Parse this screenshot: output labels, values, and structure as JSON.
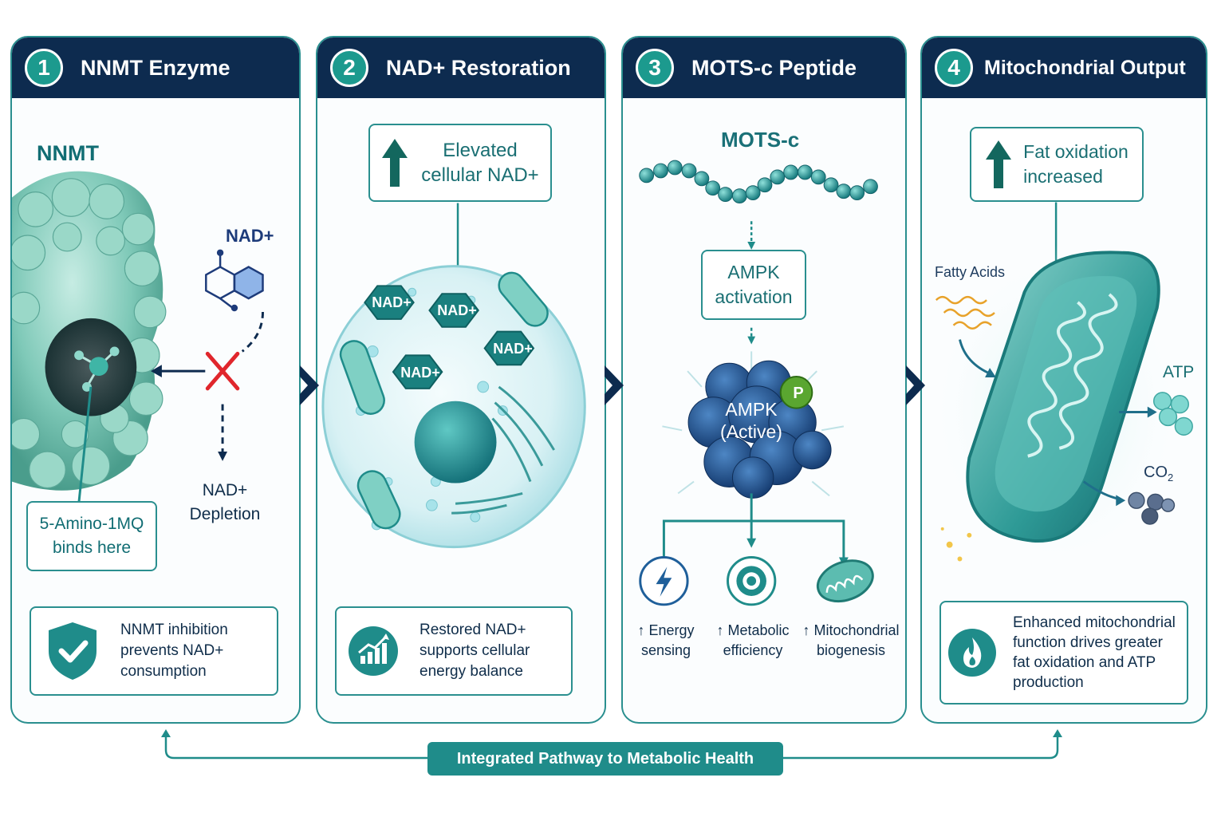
{
  "panels": [
    {
      "number": "1",
      "title": "NNMT Enzyme"
    },
    {
      "number": "2",
      "title": "NAD+ Restoration"
    },
    {
      "number": "3",
      "title": "MOTS-c Peptide"
    },
    {
      "number": "4",
      "title": "Mitochondrial Output"
    }
  ],
  "panel1": {
    "enzyme_label": "NNMT",
    "nad_label": "NAD+",
    "depletion_line1": "NAD+",
    "depletion_line2": "Depletion",
    "binding_line1": "5-Amino-1MQ",
    "binding_line2": "binds here",
    "summary_line1": "NNMT inhibition",
    "summary_line2": "prevents NAD+",
    "summary_line3": "consumption"
  },
  "panel2": {
    "callout_line1": "Elevated",
    "callout_line2": "cellular NAD+",
    "hex_labels": [
      "NAD+",
      "NAD+",
      "NAD+",
      "NAD+"
    ],
    "summary_line1": "Restored NAD+",
    "summary_line2": "supports cellular",
    "summary_line3": "energy balance"
  },
  "panel3": {
    "peptide_label": "MOTS-c",
    "activation_line1": "AMPK",
    "activation_line2": "activation",
    "complex_line1": "AMPK",
    "complex_line2": "(Active)",
    "phospho_label": "P",
    "outcomes": [
      {
        "line1": "↑ Energy",
        "line2": "sensing"
      },
      {
        "line1": "↑ Metabolic",
        "line2": "efficiency"
      },
      {
        "line1": "↑ Mitochondrial",
        "line2": "biogenesis"
      }
    ]
  },
  "panel4": {
    "callout_line1": "Fat oxidation",
    "callout_line2": "increased",
    "fatty_label": "Fatty Acids",
    "atp_label": "ATP",
    "co2_label": "CO",
    "co2_subscript": "2",
    "summary_line1": "Enhanced mitochondrial",
    "summary_line2": "function drives greater",
    "summary_line3": "fat oxidation and ATP",
    "summary_line4": "production"
  },
  "footer": {
    "label": "Integrated Pathway to Metabolic Health"
  },
  "colors": {
    "navy": "#0d2b4f",
    "teal": "#1f8c8a",
    "teal_light": "#7fd0c8",
    "red_cross": "#e0262c",
    "blue_complex": "#24558f",
    "green_phospho": "#5aa630"
  }
}
